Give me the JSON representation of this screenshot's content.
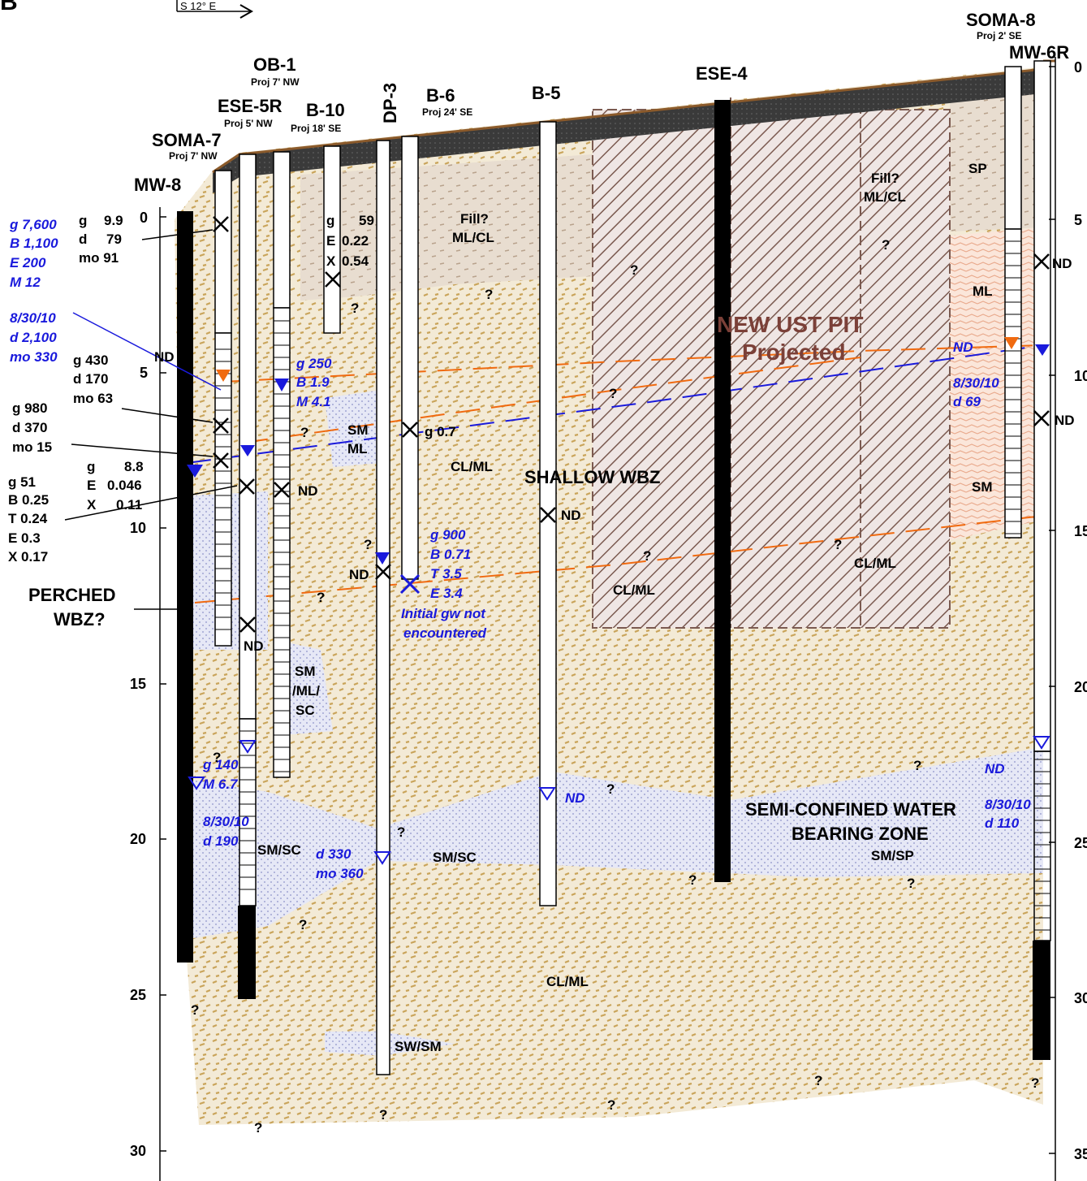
{
  "section": {
    "letter": "B",
    "direction_label": "S 12° E"
  },
  "borings": [
    {
      "id": "mw8",
      "name": "MW-8",
      "proj": ""
    },
    {
      "id": "soma7",
      "name": "SOMA-7",
      "proj": "Proj 7' NW"
    },
    {
      "id": "ese5r",
      "name": "ESE-5R",
      "proj": "Proj 5' NW"
    },
    {
      "id": "ob1",
      "name": "OB-1",
      "proj": "Proj 7' NW"
    },
    {
      "id": "b10",
      "name": "B-10",
      "proj": "Proj 18' SE"
    },
    {
      "id": "dp3",
      "name": "DP-3",
      "proj": ""
    },
    {
      "id": "b6",
      "name": "B-6",
      "proj": "Proj 24' SE"
    },
    {
      "id": "b5",
      "name": "B-5",
      "proj": ""
    },
    {
      "id": "ese4",
      "name": "ESE-4",
      "proj": ""
    },
    {
      "id": "soma8",
      "name": "SOMA-8",
      "proj": "Proj 2' SE"
    },
    {
      "id": "mw6r",
      "name": "MW-6R",
      "proj": ""
    }
  ],
  "left_axis_ticks": [
    "0",
    "5",
    "10",
    "15",
    "20",
    "25",
    "30"
  ],
  "right_axis_ticks": [
    "0",
    "5",
    "10",
    "15",
    "20",
    "25",
    "30",
    "35"
  ],
  "units": [
    "Fill?",
    "ML/CL",
    "Fill?",
    "ML/CL",
    "SP",
    "ML",
    "SM",
    "SM",
    "ML",
    "CL/ML",
    "SHALLOW WBZ",
    "CL/ML",
    "CL/ML",
    "SM",
    "/ML/",
    "SC",
    "SM/SC",
    "SM/SC",
    "SEMI-CONFINED WATER",
    "BEARING ZONE",
    "SM/SP",
    "CL/ML",
    "SW/SM",
    "NEW UST PIT",
    "Projected",
    "PERCHED",
    "WBZ?"
  ],
  "black_annotations": [
    "g",
    "9.9",
    "d",
    "79",
    "mo 91",
    "g",
    "59",
    "E",
    "0.22",
    "X",
    "0.54",
    "g 430",
    "d 170",
    "mo 63",
    "g  980",
    "d  370",
    "mo  15",
    "g",
    "8.8",
    "E",
    "0.046",
    "X",
    "0.11",
    "g   51",
    "B 0.25",
    "T 0.24",
    "E   0.3",
    "X 0.17",
    "g 0.7",
    "ND",
    "ND",
    "ND",
    "ND",
    "ND",
    "ND",
    "ND"
  ],
  "blue_annotations": [
    "g 7,600",
    "B 1,100",
    "E    200",
    "M     12",
    "8/30/10",
    "d 2,100",
    "mo  330",
    "g 250",
    "B  1.9",
    "M 4.1",
    "g  900",
    "B  0.71",
    "T    3.5",
    "E    3.4",
    "Initial gw not",
    "encountered",
    "g 140",
    "M 6.7",
    "8/30/10",
    "d  190",
    "d   330",
    "mo 360",
    "ND",
    "ND",
    "8/30/10",
    "d 69",
    "ND",
    "8/30/10",
    "d 110"
  ],
  "query_marks": "?",
  "colors": {
    "soil_tan": "#f3ead6",
    "soil_fleck": "#c9a45a",
    "fill_zone": "#e8ddd0",
    "sand_blue": "#e6e8f6",
    "pit_hatch": "#7b5a50",
    "ground_line": "#8b5a2b",
    "asphalt": "#3a3a3a",
    "water_blue": "#1a1adc",
    "water_orange": "#f06a10"
  }
}
